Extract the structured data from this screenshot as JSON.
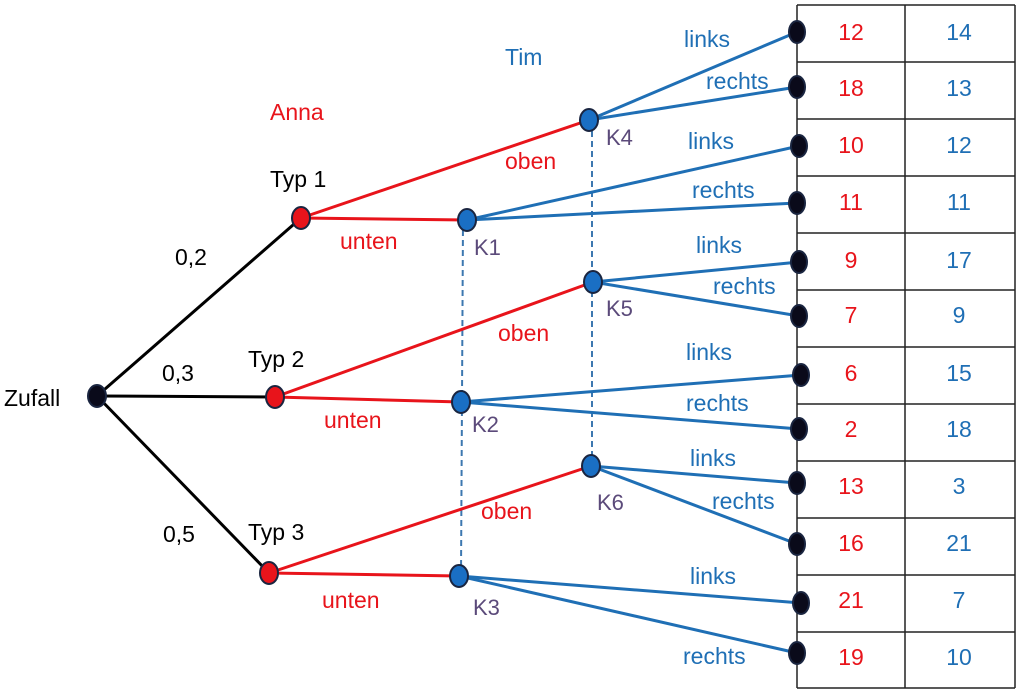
{
  "colors": {
    "chance": "#000000",
    "anna": "#e8141b",
    "tim": "#1f6fb5",
    "info_label": "#5b4a7a",
    "node_fill_blue": "#1a6fc4",
    "node_fill_red": "#e8141b",
    "node_fill_black": "#0a0a1a",
    "grid": "#222222"
  },
  "headings": {
    "anna": "Anna",
    "tim": "Tim"
  },
  "root": {
    "label": "Zufall"
  },
  "types": [
    {
      "id": "typ1",
      "label": "Typ 1",
      "prob": "0,2"
    },
    {
      "id": "typ2",
      "label": "Typ 2",
      "prob": "0,3"
    },
    {
      "id": "typ3",
      "label": "Typ 3",
      "prob": "0,5"
    }
  ],
  "anna_actions": {
    "up": "oben",
    "down": "unten"
  },
  "tim_actions": {
    "left": "links",
    "right": "rechts"
  },
  "info_sets": [
    "K1",
    "K2",
    "K3",
    "K4",
    "K5",
    "K6"
  ],
  "payoffs": [
    {
      "anna": "12",
      "tim": "14"
    },
    {
      "anna": "18",
      "tim": "13"
    },
    {
      "anna": "10",
      "tim": "12"
    },
    {
      "anna": "11",
      "tim": "11"
    },
    {
      "anna": "9",
      "tim": "17"
    },
    {
      "anna": "7",
      "tim": "9"
    },
    {
      "anna": "6",
      "tim": "15"
    },
    {
      "anna": "2",
      "tim": "18"
    },
    {
      "anna": "13",
      "tim": "3"
    },
    {
      "anna": "16",
      "tim": "21"
    },
    {
      "anna": "21",
      "tim": "7"
    },
    {
      "anna": "19",
      "tim": "10"
    }
  ]
}
